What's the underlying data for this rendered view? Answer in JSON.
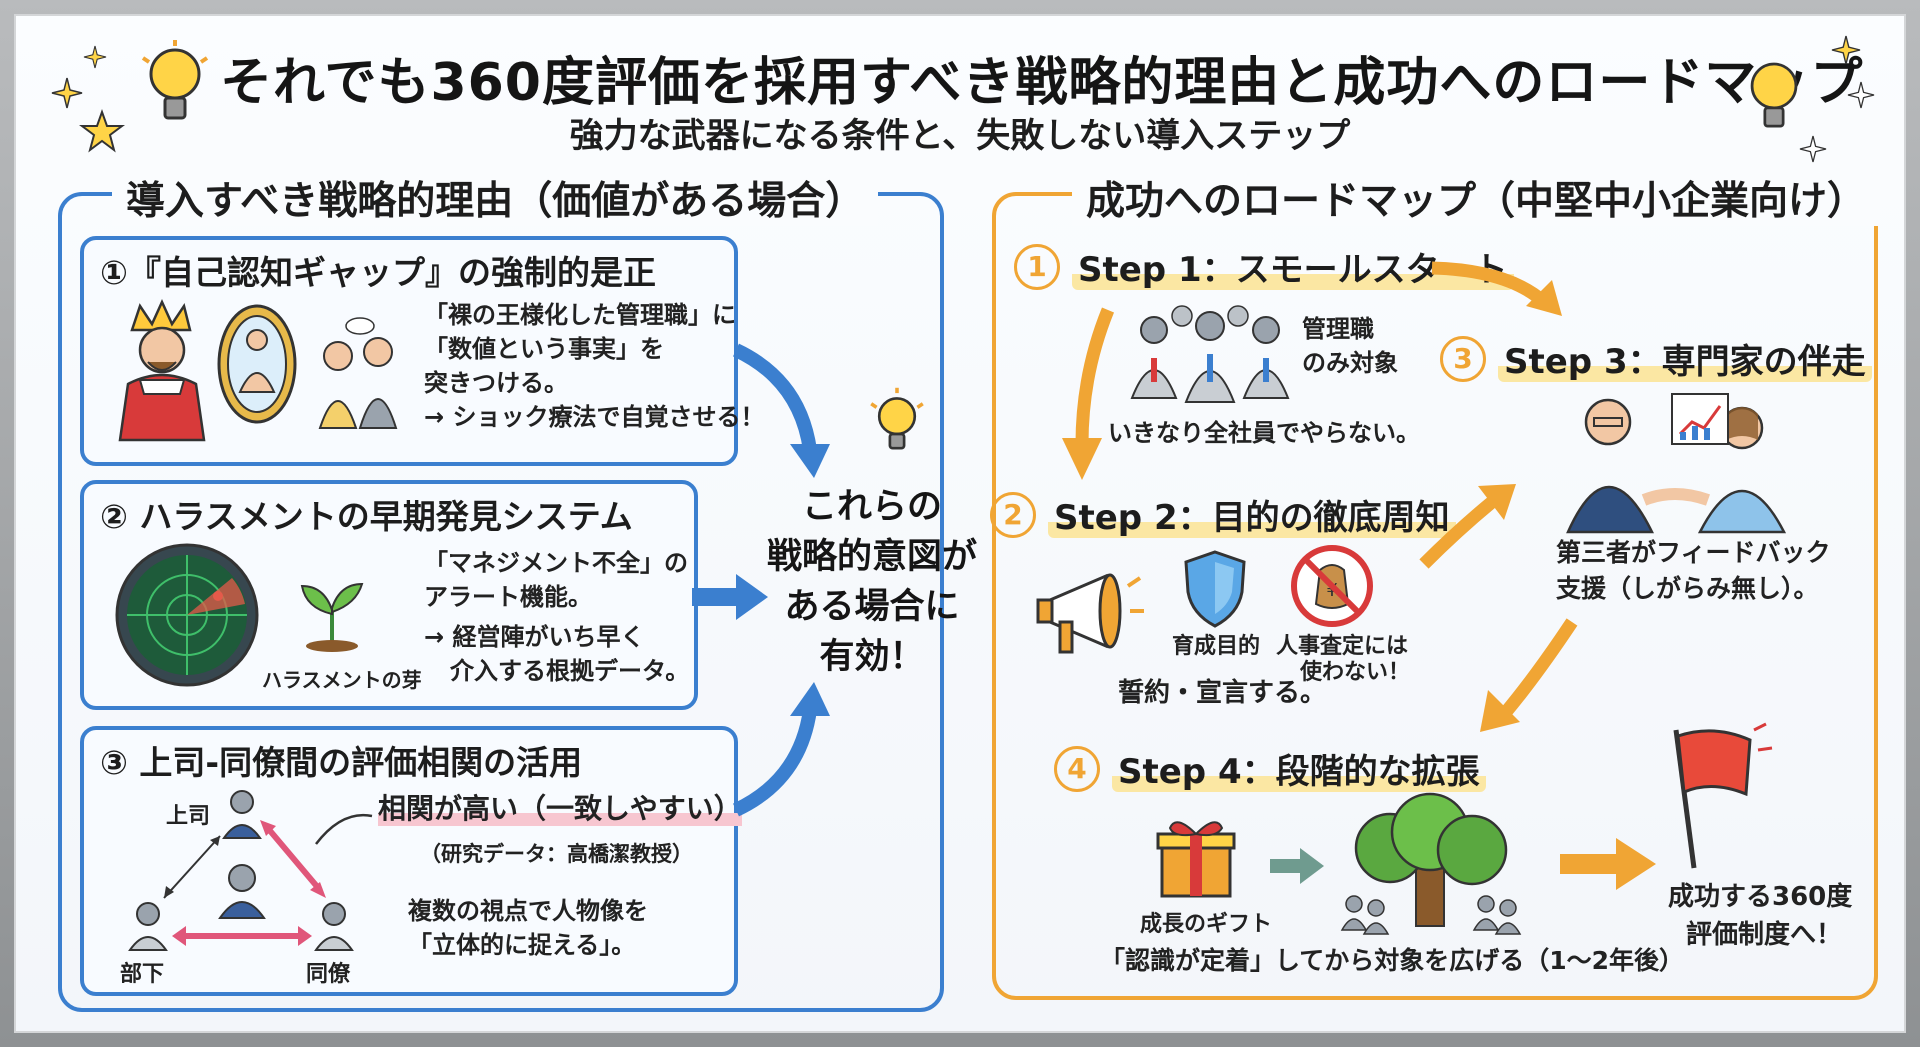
{
  "header": {
    "title": "それでも360度評価を採用すべき戦略的理由と成功へのロードマップ",
    "subtitle": "強力な武器になる条件と、失敗しない導入ステップ"
  },
  "left": {
    "heading": "導入すべき戦略的理由（価値がある場合）",
    "card1": {
      "title": "①『自己認知ギャップ』の強制的是正",
      "lines": [
        "「裸の王様化した管理職」に",
        "「数値という事実」を",
        "突きつける。",
        "→ ショック療法で自覚させる！"
      ]
    },
    "card2": {
      "title": "② ハラスメントの早期発見システム",
      "lines": [
        "「マネジメント不全」の",
        "アラート機能。",
        "→ 経営陣がいち早く",
        "介入する根拠データ。"
      ],
      "sprout_label": "ハラスメントの芽"
    },
    "card3": {
      "title": "③ 上司-同僚間の評価相関の活用",
      "boss": "上司",
      "sub": "部下",
      "peer": "同僚",
      "corr": "相関が高い（一致しやすい）",
      "source": "（研究データ：高橋潔教授）",
      "lines": [
        "複数の視点で人物像を",
        "「立体的に捉える」。"
      ]
    },
    "center_message": [
      "これらの",
      "戦略的意図が",
      "ある場合に",
      "有効！"
    ]
  },
  "right": {
    "heading": "成功へのロードマップ（中堅中小企業向け）",
    "step1": {
      "num": "1",
      "label": "Step 1：スモールスタート",
      "note1": "管理職",
      "note2": "のみ対象",
      "note3": "いきなり全社員でやらない。"
    },
    "step2": {
      "num": "2",
      "label": "Step 2：目的の徹底周知",
      "purpose": "育成目的",
      "not1": "人事査定には",
      "not2": "使わない！",
      "pledge": "誓約・宣言する。"
    },
    "step3": {
      "num": "3",
      "label": "Step 3：専門家の伴走",
      "line1": "第三者がフィードバック",
      "line2": "支援（しがらみ無し）。"
    },
    "step4": {
      "num": "4",
      "label": "Step 4：段階的な拡張",
      "gift": "成長のギフト",
      "expand": "「認識が定着」してから対象を広げる（1〜2年後）"
    },
    "goal": [
      "成功する360度",
      "評価制度へ！"
    ]
  },
  "colors": {
    "blue": "#3b7fcf",
    "orange": "#f0a534",
    "red": "#d83a3a"
  }
}
